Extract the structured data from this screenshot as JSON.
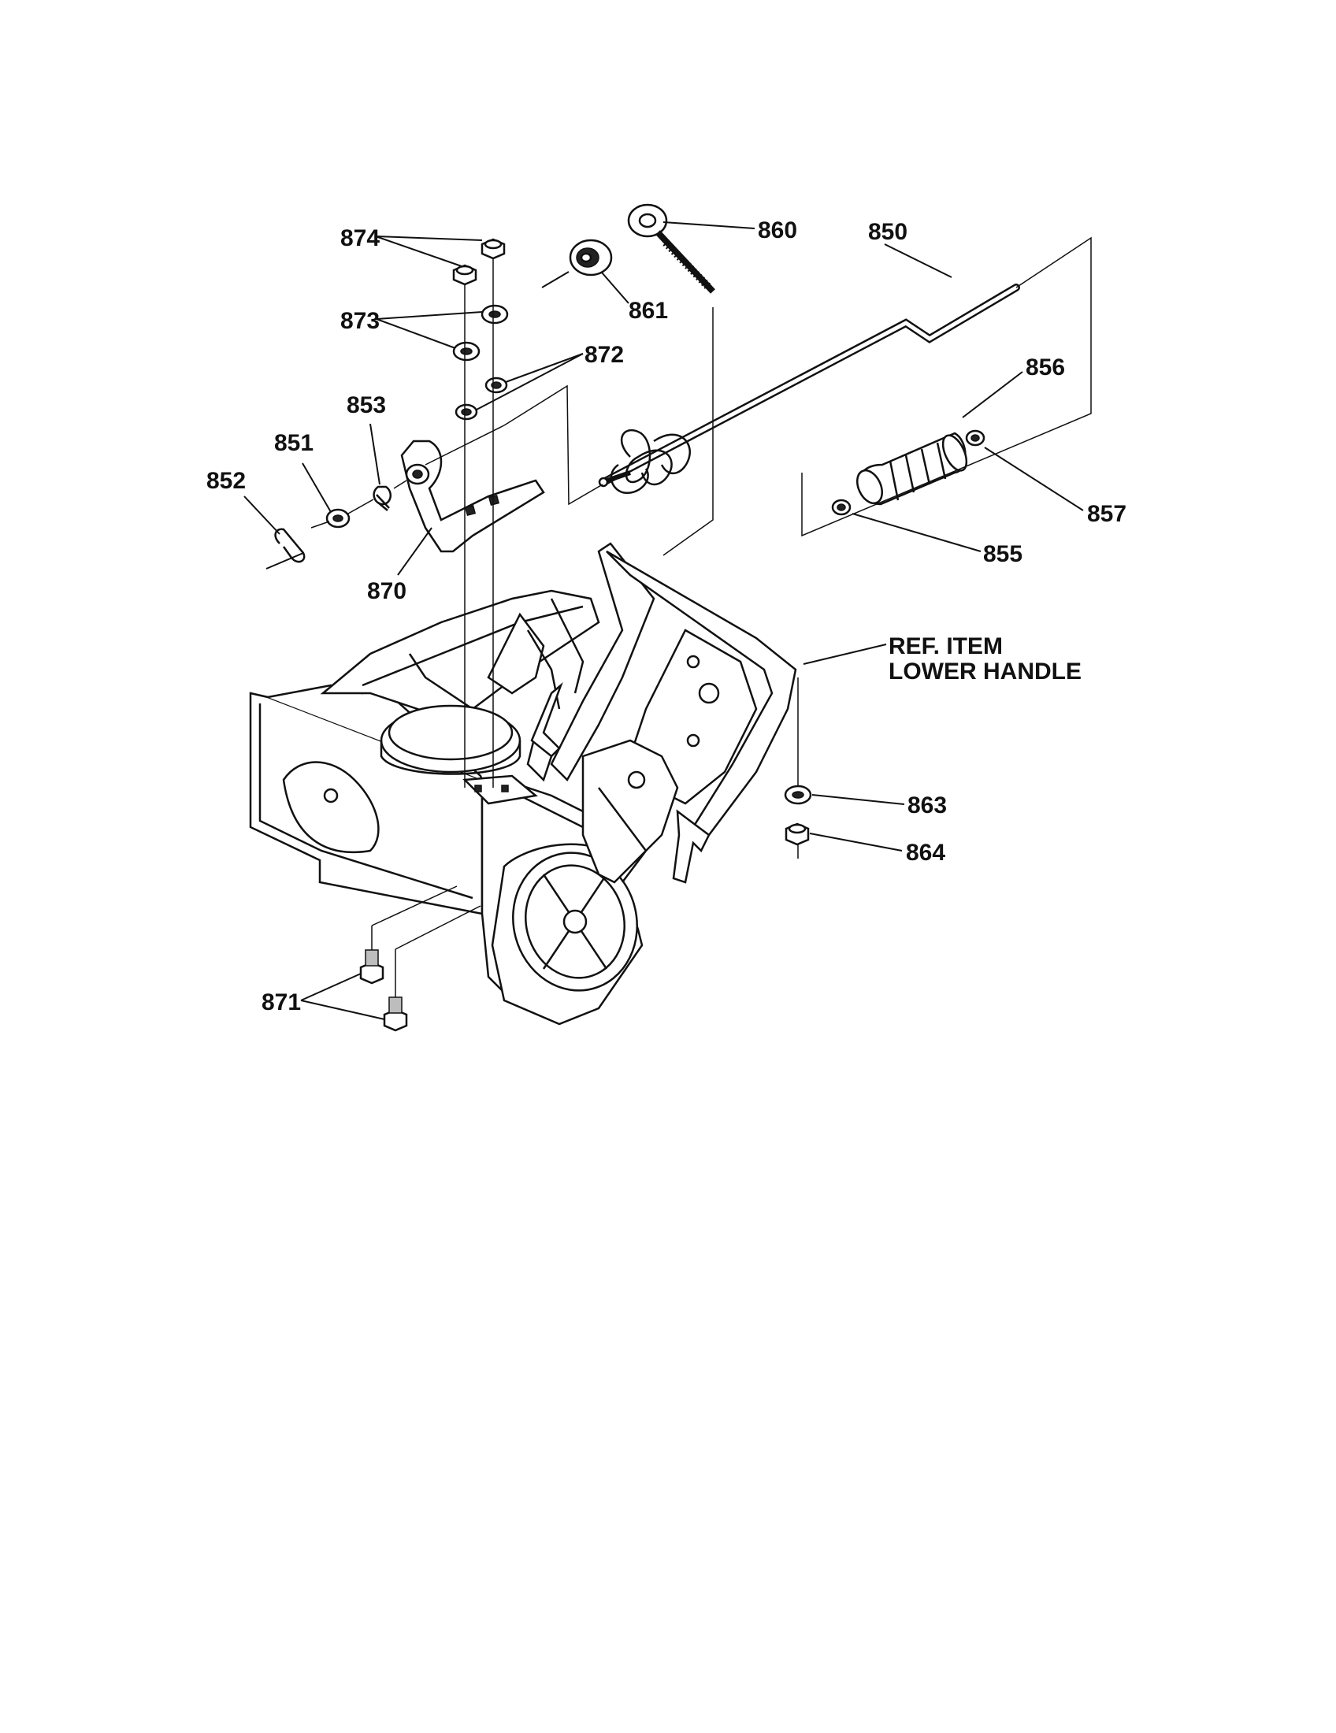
{
  "diagram": {
    "part_labels": {
      "p850": "850",
      "p851": "851",
      "p852": "852",
      "p853": "853",
      "p855": "855",
      "p856": "856",
      "p857": "857",
      "p860": "860",
      "p861": "861",
      "p863": "863",
      "p864": "864",
      "p870": "870",
      "p871": "871",
      "p872": "872",
      "p873": "873",
      "p874": "874"
    },
    "ref_item": {
      "line1": "REF. ITEM",
      "line2": "LOWER HANDLE"
    }
  }
}
